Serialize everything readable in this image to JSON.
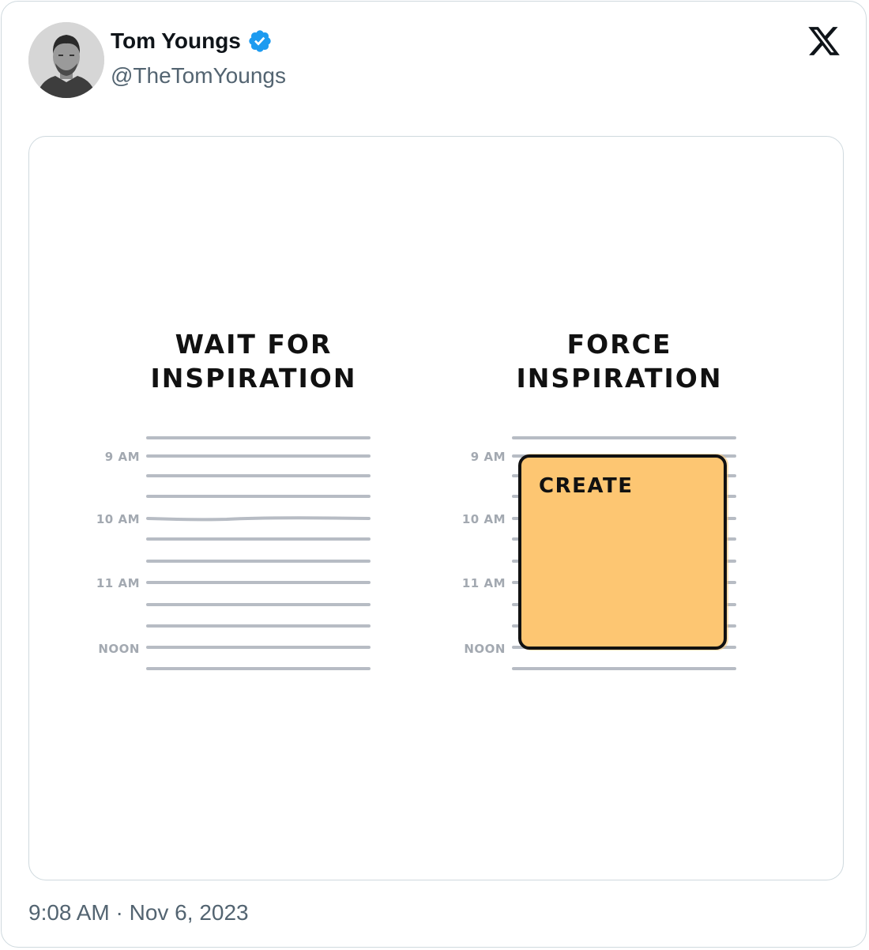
{
  "author": {
    "name": "Tom Youngs",
    "handle": "@TheTomYoungs",
    "verified": true,
    "verified_color": "#1d9bf0"
  },
  "platform_icon": "x-logo-icon",
  "tweet": {
    "timestamp": "9:08 AM · Nov 6, 2023"
  },
  "illustration": {
    "left": {
      "title_line1": "WAIT FOR",
      "title_line2": "INSPIRATION",
      "time_labels": [
        "9 AM",
        "10 AM",
        "11 AM",
        "NOON"
      ]
    },
    "right": {
      "title_line1": "FORCE",
      "title_line2": "INSPIRATION",
      "time_labels": [
        "9 AM",
        "10 AM",
        "11 AM",
        "NOON"
      ],
      "block_label": "CREATE",
      "block_color": "#fdc672"
    }
  }
}
